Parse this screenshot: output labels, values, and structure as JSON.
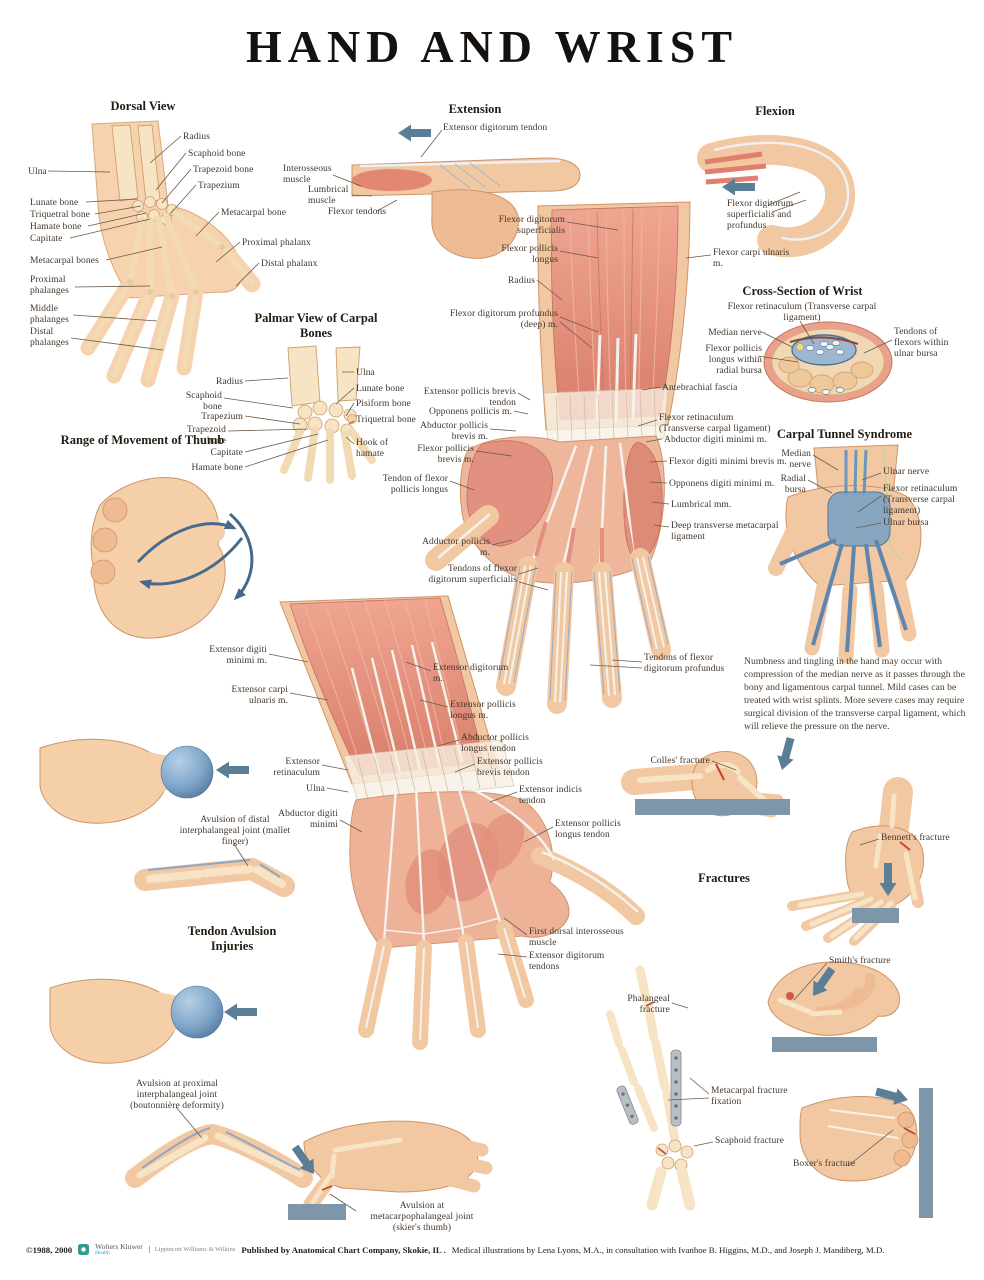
{
  "title": "HAND AND WRIST",
  "colors": {
    "arrow_blue": "#5b7e97",
    "surface_blue": "#7e96aa",
    "skin": "#f2c8a2",
    "muscle_pink": "#df8e7c",
    "bone_tan": "#f6e4c4",
    "tendon_blue": "#7ba2c6"
  },
  "dorsal_view": {
    "title": "Dorsal View",
    "radius": "Radius",
    "scaphoid_bone": "Scaphoid bone",
    "trapezoid_bone": "Trapezoid bone",
    "trapezium": "Trapezium",
    "metacarpal_bone": "Metacarpal bone",
    "proximal_phalanx": "Proximal phalanx",
    "distal_phalanx": "Distal phalanx",
    "ulna": "Ulna",
    "lunate_bone": "Lunate bone",
    "triquetral_bone": "Triquetral bone",
    "hamate_bone": "Hamate bone",
    "capitate": "Capitate",
    "metacarpal_bones": "Metacarpal bones",
    "proximal_phalanges": "Proximal phalanges",
    "middle_phalanges": "Middle phalanges",
    "distal_phalanges": "Distal phalanges"
  },
  "extension": {
    "title": "Extension",
    "extensor_digitorum_tendon": "Extensor digitorum tendon",
    "interosseous_muscle": "Interosseous muscle",
    "lumbrical_muscle": "Lumbrical muscle",
    "flexor_tendons": "Flexor tendons"
  },
  "flexion": {
    "title": "Flexion",
    "flexor_digitorum_superficialis_and_profundus": "Flexor digitorum superficialis and profundus"
  },
  "cross_section": {
    "title": "Cross-Section of Wrist",
    "flexor_retinaculum": "Flexor retinaculum (Transverse carpal ligament)",
    "median_nerve": "Median nerve",
    "flexor_pollicis_longus_within_radial_bursa": "Flexor pollicis longus within radial bursa",
    "tendons_of_flexors_within_ulnar_bursa": "Tendons of flexors within ulnar bursa"
  },
  "palmar_carpal": {
    "title": "Palmar View of Carpal Bones",
    "radius": "Radius",
    "scaphoid_bone": "Scaphoid bone",
    "trapezium": "Trapezium",
    "trapezoid_bone": "Trapezoid bone",
    "capitate": "Capitate",
    "hamate_bone": "Hamate bone",
    "ulna": "Ulna",
    "lunate_bone": "Lunate bone",
    "pisiform_bone": "Pisiform bone",
    "triquetral_bone": "Triquetral bone",
    "hook_of_hamate": "Hook of hamate"
  },
  "palmar_muscles": {
    "flexor_digitorum_superficialis": "Flexor digitorum superficialis",
    "flexor_pollicis_longus": "Flexor pollicis longus",
    "radius": "Radius",
    "flexor_digitorum_profundus": "Flexor digitorum profundus (deep) m.",
    "extensor_pollicis_brevis_tendon": "Extensor pollicis brevis tendon",
    "opponens_pollicis": "Opponens pollicis m.",
    "abductor_pollicis_brevis": "Abductor pollicis brevis m.",
    "flexor_pollicis_brevis": "Flexor pollicis brevis m.",
    "tendon_of_flexor_pollicis_longus": "Tendon of flexor pollicis longus",
    "adductor_pollicis": "Adductor pollicis m.",
    "tendons_of_flexor_digitorum_superficialis": "Tendons of flexor digitorum superficialis",
    "antebrachial_fascia": "Antebrachial fascia",
    "flexor_retinaculum": "Flexor retinaculum (Transverse carpal ligament)",
    "abductor_digiti_minimi": "Abductor digiti minimi m.",
    "flexor_digiti_minimi_brevis": "Flexor digiti minimi brevis m.",
    "opponens_digiti_minimi": "Opponens digiti minimi m.",
    "lumbrical": "Lumbrical mm.",
    "deep_transverse_metacarpal_ligament": "Deep transverse metacarpal ligament",
    "tendons_of_flexor_digitorum_profundus": "Tendons of flexor digitorum profundus",
    "flexor_carpi_ulnaris": "Flexor carpi ulnaris m."
  },
  "carpal_tunnel": {
    "title": "Carpal Tunnel Syndrome",
    "median_nerve": "Median nerve",
    "radial_bursa": "Radial bursa",
    "ulnar_nerve": "Ulnar nerve",
    "flexor_retinaculum": "Flexor retinaculum (Transverse carpal ligament)",
    "ulnar_bursa": "Ulnar bursa",
    "description": "Numbness and tingling in the hand may occur with compression of the median nerve as it passes through the bony and ligamentous carpal tunnel. Mild cases can be treated with wrist splints. More severe cases may require surgical division of the transverse carpal ligament, which will relieve the pressure on the nerve."
  },
  "range_of_movement": {
    "title": "Range of Movement of Thumb"
  },
  "dorsal_muscles": {
    "extensor_digiti_minimi": "Extensor digiti minimi m.",
    "extensor_carpi_ulnaris": "Extensor carpi ulnaris m.",
    "extensor_digitorum": "Extensor digitorum m.",
    "extensor_pollicis_longus": "Extensor pollicis longus m.",
    "abductor_pollicis_longus_tendon": "Abductor pollicis longus tendon",
    "extensor_pollicis_brevis_tendon": "Extensor pollicis brevis tendon",
    "extensor_retinaculum": "Extensor retinaculum",
    "ulna": "Ulna",
    "abductor_digiti_minimi": "Abductor digiti minimi",
    "extensor_indicis_tendon": "Extensor indicis tendon",
    "extensor_pollicis_longus_tendon": "Extensor pollicis longus tendon",
    "first_dorsal_interosseous_muscle": "First dorsal interosseous muscle",
    "extensor_digitorum_tendons": "Extensor digitorum tendons"
  },
  "tendon_avulsion": {
    "title": "Tendon Avulsion Injuries",
    "mallet_finger": "Avulsion of distal interphalangeal joint (mallet finger)",
    "boutonniere": "Avulsion at proximal interphalangeal joint (boutonnière deformity)",
    "skiers_thumb": "Avulsion at metacarpophalangeal joint (skier's thumb)"
  },
  "fractures": {
    "title": "Fractures",
    "colles": "Colles' fracture",
    "bennett": "Bennett's fracture",
    "smith": "Smith's fracture",
    "phalangeal": "Phalangeal fracture",
    "metacarpal_fixation": "Metacarpal fracture fixation",
    "scaphoid": "Scaphoid fracture",
    "boxer": "Boxer's fracture"
  },
  "footer": {
    "copyright": "©1988, 2000",
    "brand": "Wolters Kluwer",
    "brand_division": "Health",
    "brand_sub": "Lippincott Williams & Wilkins",
    "published": "Published by Anatomical Chart Company, Skokie, IL .",
    "credits": "Medical illustrations by Lena Lyons, M.A., in consultation with Ivanhoe B. Higgins, M.D., and Joseph J. Mandiberg, M.D."
  }
}
